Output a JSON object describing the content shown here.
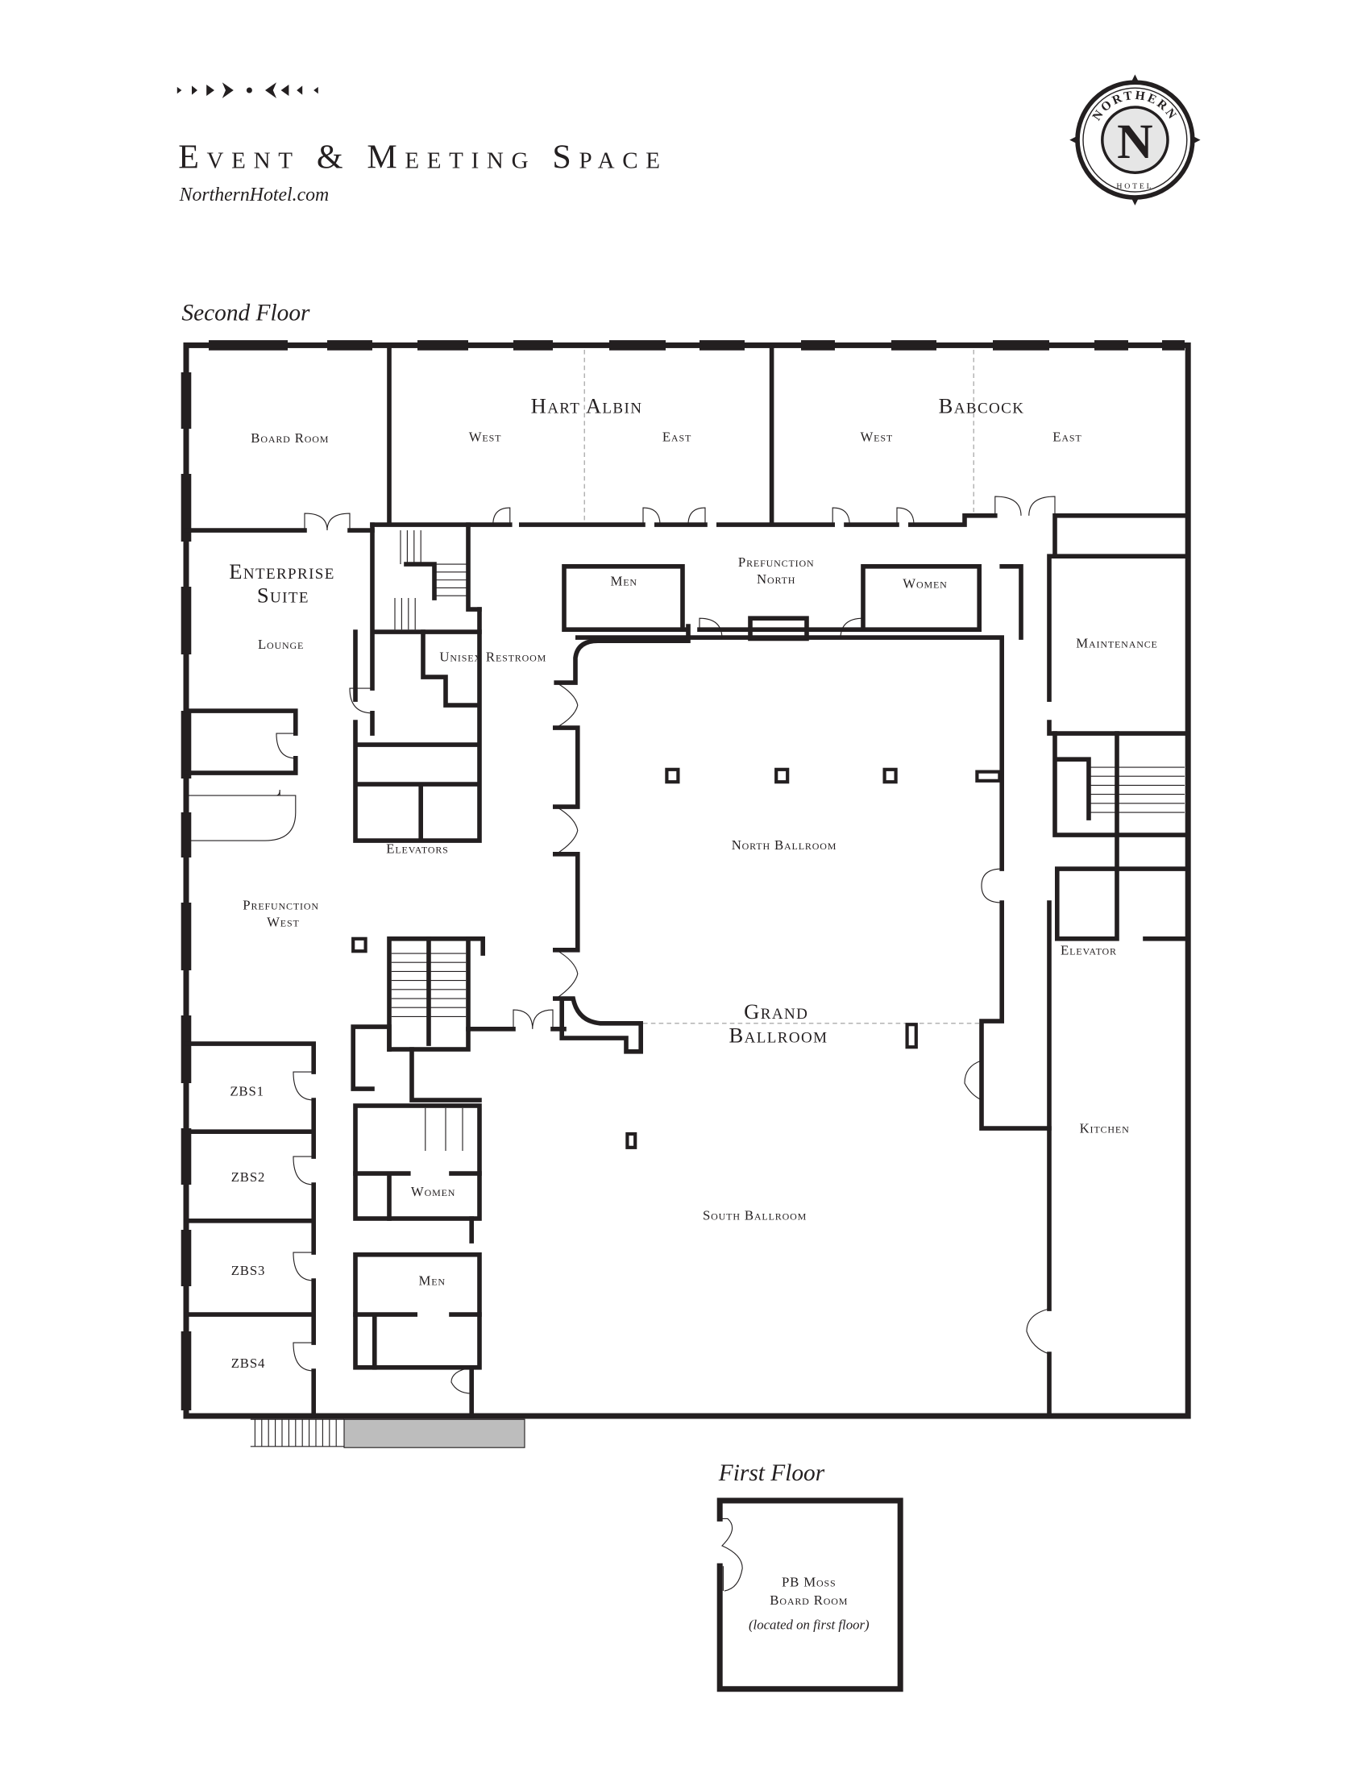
{
  "header": {
    "title": "Event & Meeting Space",
    "website": "NorthernHotel.com"
  },
  "logo": {
    "top_text": "NORTHERN",
    "monogram": "N",
    "bottom_text": "HOTEL"
  },
  "second_floor": {
    "heading": "Second Floor",
    "rooms": {
      "board_room": "Board Room",
      "hart_albin": "Hart Albin",
      "hart_albin_west": "West",
      "hart_albin_east": "East",
      "babcock": "Babcock",
      "babcock_west": "West",
      "babcock_east": "East",
      "enterprise_1": "Enterprise",
      "enterprise_2": "Suite",
      "lounge": "Lounge",
      "unisex": "Unisex Restroom",
      "prefunction_north_1": "Prefunction",
      "prefunction_north_2": "North",
      "men_north": "Men",
      "women_north": "Women",
      "maintenance": "Maintenance",
      "elevators": "Elevators",
      "north_ballroom": "North Ballroom",
      "prefunction_west_1": "Prefunction",
      "prefunction_west_2": "West",
      "elevator": "Elevator",
      "grand_1": "Grand",
      "grand_2": "Ballroom",
      "zbs1": "ZBS1",
      "zbs2": "ZBS2",
      "zbs3": "ZBS3",
      "zbs4": "ZBS4",
      "women_west": "Women",
      "men_west": "Men",
      "south_ballroom": "South Ballroom",
      "kitchen": "Kitchen"
    }
  },
  "first_floor": {
    "heading": "First Floor",
    "room_1": "PB Moss",
    "room_2": "Board Room",
    "note": "(located on first floor)"
  }
}
